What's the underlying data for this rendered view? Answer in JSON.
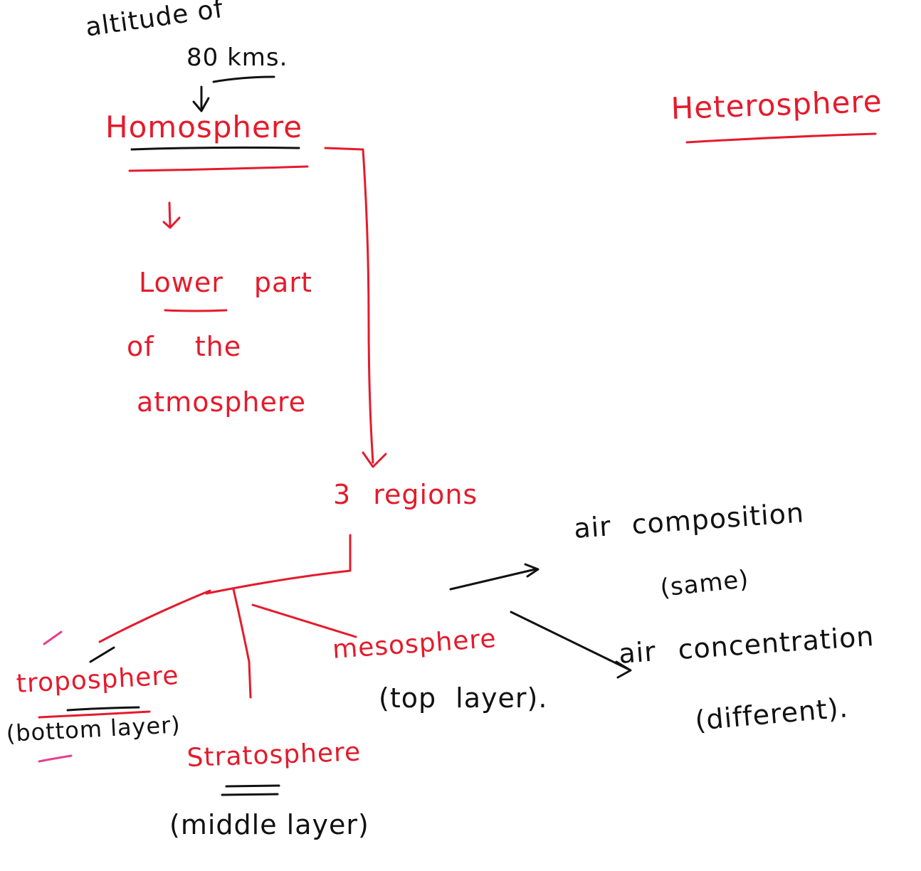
{
  "colors": {
    "red_ink": "#e41b2c",
    "black_ink": "#111111",
    "pink_ink": "#e83e8c"
  },
  "notes": {
    "altitude_line1": "altitude of",
    "altitude_line2": "80 kms.",
    "homosphere": "Homosphere",
    "heterosphere": "Heterosphere",
    "lower_part": "Lower part",
    "of_the": "of the",
    "atmosphere": "atmosphere",
    "three_regions": "3 regions",
    "air_composition": "air composition",
    "same": "(same)",
    "air_concentration": "air concentration",
    "different": "(different).",
    "troposphere": "troposphere",
    "bottom_layer": "(bottom layer)",
    "stratosphere": "Stratosphere",
    "middle_layer": "(middle layer)",
    "mesosphere": "mesosphere",
    "top_layer": "(top layer)."
  }
}
